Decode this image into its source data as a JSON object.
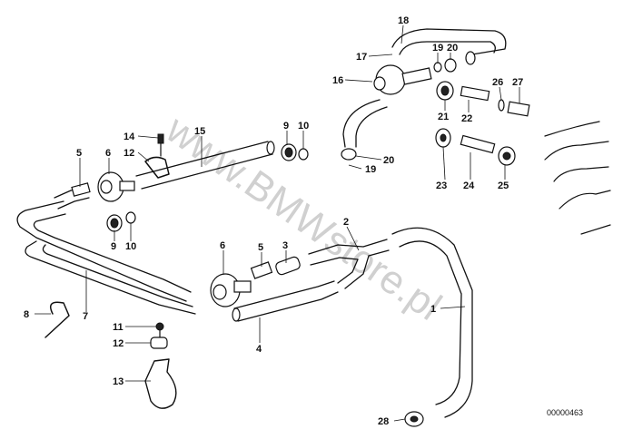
{
  "watermark": "www.BMWstore.pl",
  "diagram_number": "00000463",
  "callouts": [
    "1",
    "2",
    "3",
    "4",
    "5",
    "6",
    "7",
    "8",
    "9",
    "10",
    "11",
    "12",
    "13",
    "14",
    "15",
    "16",
    "17",
    "18",
    "19",
    "20",
    "21",
    "22",
    "23",
    "24",
    "25",
    "26",
    "27",
    "28"
  ],
  "callout_text": {
    "n1": "1",
    "n2": "2",
    "n3": "3",
    "n4": "4",
    "n5a": "5",
    "n5b": "5",
    "n6a": "6",
    "n6b": "6",
    "n7": "7",
    "n8": "8",
    "n9a": "9",
    "n9b": "9",
    "n10a": "10",
    "n10b": "10",
    "n11": "11",
    "n12a": "12",
    "n12b": "12",
    "n13": "13",
    "n14": "14",
    "n15": "15",
    "n16": "16",
    "n17": "17",
    "n18": "18",
    "n19a": "19",
    "n19b": "19",
    "n20a": "20",
    "n20b": "20",
    "n21": "21",
    "n22": "22",
    "n23": "23",
    "n24": "24",
    "n25": "25",
    "n26": "26",
    "n27": "27",
    "n28": "28"
  }
}
